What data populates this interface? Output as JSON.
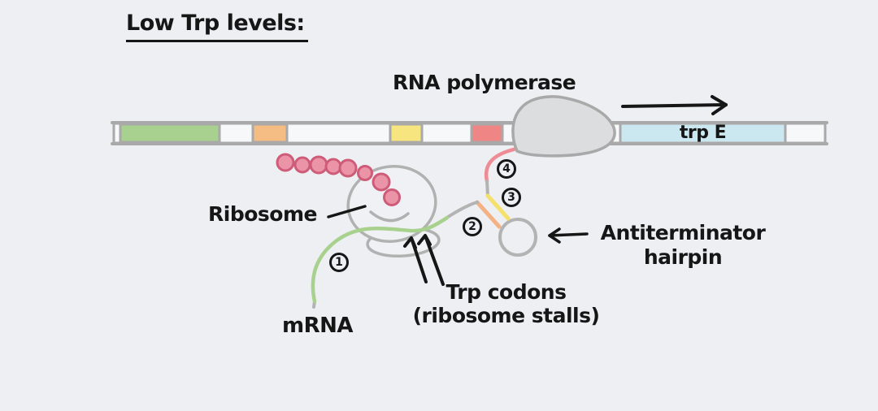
{
  "title": "Low Trp levels:",
  "labels": {
    "rna_polymerase": "RNA polymerase",
    "gene": "trp E",
    "ribosome": "Ribosome",
    "mrna": "mRNA",
    "trp_codons_line1": "Trp codons",
    "trp_codons_line2": "(ribosome stalls)",
    "antiterminator_line1": "Antiterminator",
    "antiterminator_line2": "hairpin"
  },
  "markers": {
    "region1": "1",
    "region2": "2",
    "region3": "3",
    "region4": "4"
  },
  "colors": {
    "background": "#edeff2",
    "ink": "#161616",
    "dna_outline": "#a9a9a9",
    "segment_white": "#f7f8fa",
    "segment_green": "#a8d08e",
    "segment_orange": "#f5bd83",
    "segment_yellow": "#f7e57f",
    "segment_red": "#ef8585",
    "segment_blue": "#cbe7f0",
    "polymerase_fill": "#dcdddf",
    "ribosome_fill": "#f0f1f4",
    "ribosome_stroke": "#b1b1b1",
    "mrna_green": "#a9d18e",
    "mrna_gray": "#b3b3b3",
    "region2_orange": "#f4b183",
    "region3_yellow": "#f5e06c",
    "region4_red": "#ee8b94",
    "polypeptide_fill": "#eb94a7",
    "polypeptide_stroke": "#ce5c78"
  }
}
